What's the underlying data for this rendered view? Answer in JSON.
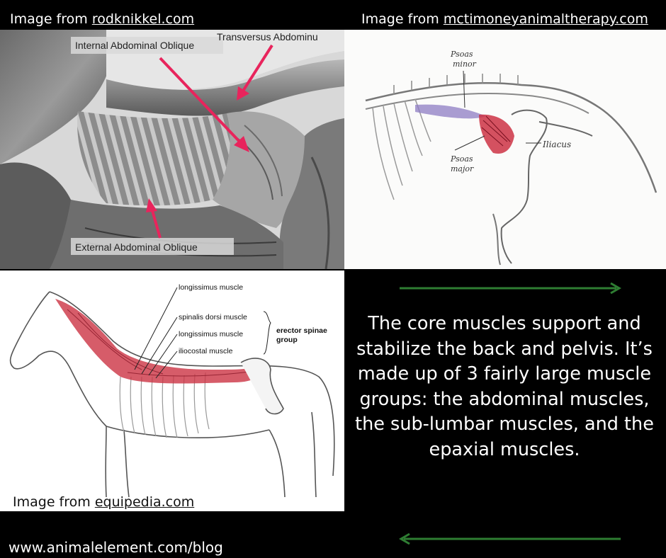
{
  "captions": {
    "top_left": {
      "prefix": "Image from ",
      "link": "rodknikkel.com"
    },
    "top_right": {
      "prefix": "Image from ",
      "link": "mctimoneyanimaltherapy.com"
    },
    "bottom_left": {
      "prefix": "Image from  ",
      "link": "equipedia.com"
    }
  },
  "panel1": {
    "labels": {
      "internal": "Internal Abdominal Oblique",
      "transversus": "Transversus Abdominu",
      "external": "External Abdominal Oblique"
    },
    "colors": {
      "arrow": "#e8245c"
    }
  },
  "panel2": {
    "labels": {
      "psoas_minor_1": "Psoas",
      "psoas_minor_2": "minor",
      "psoas_major_1": "Psoas",
      "psoas_major_2": "major",
      "iliacus": "Iliacus"
    }
  },
  "panel3": {
    "labels": {
      "longissimus_top": "longissimus muscle",
      "spinalis": "spinalis dorsi muscle",
      "longissimus": "longissimus muscle",
      "iliocostal": "iliocostal muscle",
      "group_1": "erector spinae",
      "group_2": "group"
    }
  },
  "body_text": "The core muscles support and stabilize the back and pelvis. It’s made up of 3 fairly large muscle groups: the abdominal muscles, the sub-lumbar muscles, and the epaxial muscles.",
  "footer": "www.animalelement.com/blog",
  "colors": {
    "arrows": "#2e7d32",
    "background": "#000000",
    "text": "#ffffff"
  }
}
